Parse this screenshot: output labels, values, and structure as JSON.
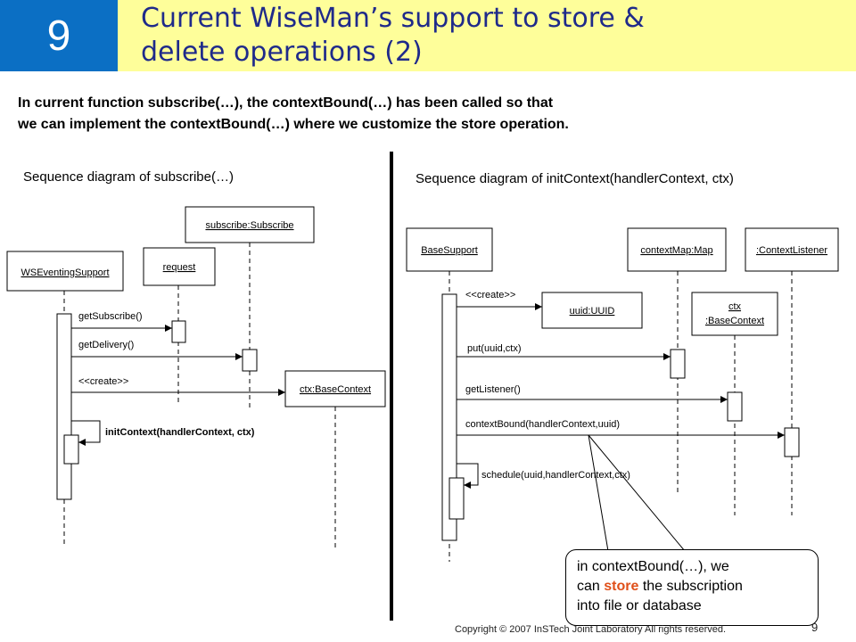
{
  "slide_number": "9",
  "title": {
    "line1": "Current WiseMan’s support to store &",
    "line2": "delete operations (2)"
  },
  "intro": {
    "line1": "In current function subscribe(…), the contextBound(…) has been called so that",
    "line2": "we can implement the contextBound(…) where we customize the store operation."
  },
  "left_diagram": {
    "heading": "Sequence diagram of subscribe(…)",
    "objects": {
      "ws": "WSEventingSupport",
      "request": "request",
      "subscribe": "subscribe:Subscribe",
      "ctx": "ctx:BaseContext"
    },
    "messages": {
      "m1": "getSubscribe()",
      "m2": "getDelivery()",
      "m3": "<<create>>",
      "m4": "initContext(handlerContext,   ctx)"
    }
  },
  "right_diagram": {
    "heading": "Sequence diagram of initContext(handlerContext, ctx)",
    "objects": {
      "base": "BaseSupport",
      "map": "contextMap:Map",
      "listener": ":ContextListener",
      "uuid": "uuid:UUID",
      "ctx_line1": "ctx",
      "ctx_line2": ":BaseContext"
    },
    "messages": {
      "m1": "<<create>>",
      "m2": "put(uuid,ctx)",
      "m3": "getListener()",
      "m4": "contextBound(handlerContext,uuid)",
      "m5": "schedule(uuid,handlerContext,ctx)"
    }
  },
  "note": {
    "line1": "in contextBound(…), we",
    "line2a": "can ",
    "highlight": "store",
    "line2b": " the subscription",
    "line3": "into file or database"
  },
  "copyright": "Copyright © 2007 InSTech  Joint Laboratory All rights reserved.",
  "page_number": "9",
  "colors": {
    "number_box": "#0b6fc4",
    "title_bar": "#fefe9a",
    "title_text": "#1f2a8a",
    "highlight": "#e0501a"
  }
}
